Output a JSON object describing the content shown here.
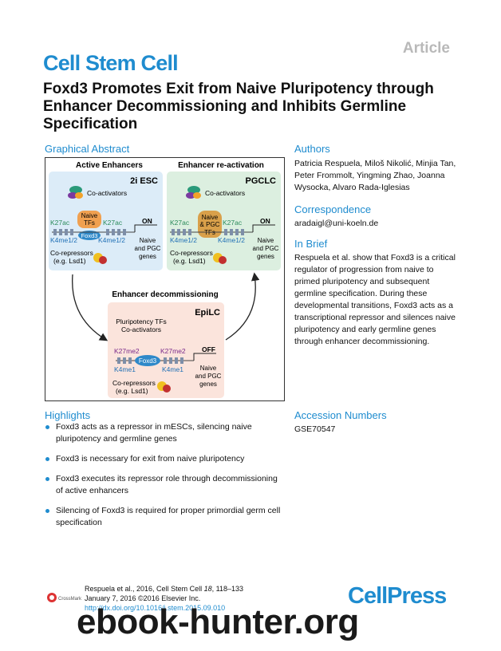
{
  "article_tag": "Article",
  "journal": "Cell Stem Cell",
  "title": "Foxd3 Promotes Exit from Naive Pluripotency through Enhancer Decommissioning and Inhibits Germline Specification",
  "graphical_abstract": {
    "heading": "Graphical Abstract",
    "left_header": "Active Enhancers",
    "right_header": "Enhancer re-activation",
    "left_panel": {
      "label": "2i ESC",
      "coactivators": "Co-activators",
      "tf_line1": "Naive",
      "tf_line2": "TFs",
      "tf_foxd3": "Foxd3",
      "k27_left": "K27ac",
      "k27_right": "K27ac",
      "k4_left": "K4me1/2",
      "k4_right": "K4me1/2",
      "on": "ON",
      "genes_l1": "Naive",
      "genes_l2": "and PGC",
      "genes_l3": "genes",
      "corep_l1": "Co-repressors",
      "corep_l2": "(e.g. Lsd1)"
    },
    "right_panel": {
      "label": "PGCLC",
      "coactivators": "Co-activators",
      "tf_line1": "Naive",
      "tf_line2": "& PGC",
      "tf_line3": "TFs",
      "k27_left": "K27ac",
      "k27_right": "K27ac",
      "k4_left": "K4me1/2",
      "k4_right": "K4me1/2",
      "on": "ON",
      "genes_l1": "Naive",
      "genes_l2": "and PGC",
      "genes_l3": "genes",
      "corep_l1": "Co-repressors",
      "corep_l2": "(e.g. Lsd1)"
    },
    "bottom_header": "Enhancer decommissioning",
    "bottom_panel": {
      "label": "EpiLC",
      "ptf_l1": "Pluripotency TFs",
      "ptf_l2": "Co-activators",
      "k27_left": "K27me2",
      "k27_right": "K27me2",
      "foxd3": "Foxd3",
      "k4_left": "K4me1",
      "k4_right": "K4me1",
      "off": "OFF",
      "genes_l1": "Naive",
      "genes_l2": "and PGC",
      "genes_l3": "genes",
      "corep_l1": "Co-repressors",
      "corep_l2": "(e.g. Lsd1)"
    }
  },
  "highlights": {
    "heading": "Highlights",
    "items": [
      "Foxd3 acts as a repressor in mESCs, silencing naive pluripotency and germline genes",
      "Foxd3 is necessary for exit from naive pluripotency",
      "Foxd3 executes its repressor role through decommissioning of active enhancers",
      "Silencing of Foxd3 is required for proper primordial germ cell specification"
    ]
  },
  "authors": {
    "heading": "Authors",
    "text": "Patricia Respuela, Miloš Nikolić, Minjia Tan, Peter Frommolt, Yingming Zhao, Joanna Wysocka, Alvaro Rada-Iglesias"
  },
  "correspondence": {
    "heading": "Correspondence",
    "email": "aradaigl@uni-koeln.de"
  },
  "in_brief": {
    "heading": "In Brief",
    "text": "Respuela et al. show that Foxd3 is a critical regulator of progression from naive to primed pluripotency and subsequent germline specification. During these developmental transitions, Foxd3 acts as a transcriptional repressor and silences naive pluripotency and early germline genes through enhancer decommissioning."
  },
  "accession": {
    "heading": "Accession Numbers",
    "number": "GSE70547"
  },
  "citation": {
    "line1_pre": "Respuela et al., 2016, Cell Stem Cell ",
    "volume": "18",
    "line1_post": ", 118–133",
    "line2": "January 7, 2016 ©2016 Elsevier Inc.",
    "doi": "http://dx.doi.org/10.1016/j.stem.2015.09.010"
  },
  "crossmark": "CrossMark",
  "publisher_logo": "CellPress",
  "watermark": "ebook-hunter.org",
  "colors": {
    "accent": "#1f8ccf",
    "esc_panel": "#dcecf8",
    "pgclc_panel": "#dcefe0",
    "epilc_panel": "#fbe4dc",
    "k27ac": "#2a8a5a",
    "k27me2": "#7a2a8a",
    "k4": "#1f6fb5"
  }
}
